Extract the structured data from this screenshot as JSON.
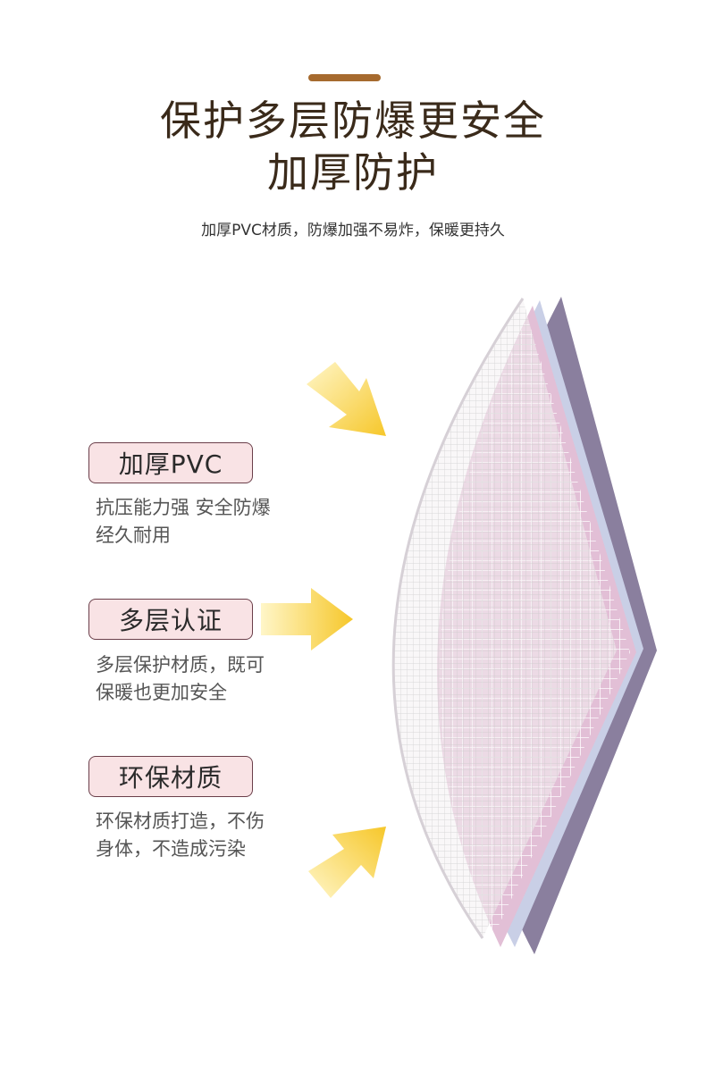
{
  "header": {
    "title_line1": "保护多层防爆更安全",
    "title_line2": "加厚防护",
    "subtitle": "加厚PVC材质，防爆加强不易炸，保暖更持久"
  },
  "features": [
    {
      "tag": "加厚PVC",
      "desc_line1": "抗压能力强 安全防爆",
      "desc_line2": "经久耐用"
    },
    {
      "tag": "多层认证",
      "desc_line1": "多层保护材质，既可",
      "desc_line2": "保暖也更加安全"
    },
    {
      "tag": "环保材质",
      "desc_line1": "环保材质打造，不伤",
      "desc_line2": "身体，不造成污染"
    }
  ],
  "colors": {
    "accent": "#a66a2e",
    "title": "#3a2a1a",
    "tag_bg": "#f9e3e5",
    "tag_border": "#6b3f4a",
    "layer_purple": "#8a7f9e",
    "layer_pink": "#e2bfd6",
    "arrow_yellow": "#f6cf3a"
  },
  "icons": [
    "arrow-down-right-icon",
    "arrow-right-icon",
    "arrow-up-right-icon"
  ]
}
